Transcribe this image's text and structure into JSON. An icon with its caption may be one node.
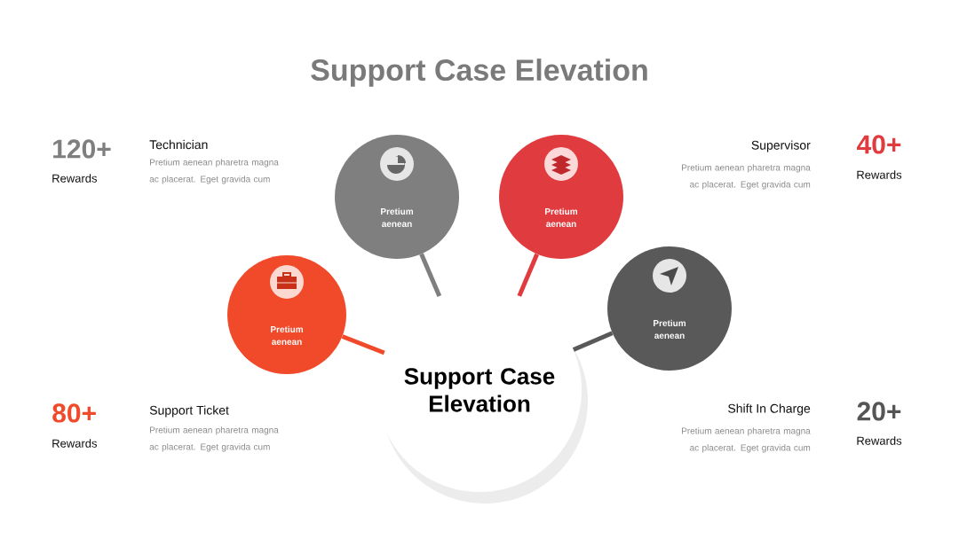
{
  "diagram": {
    "title": "Support Case Elevation",
    "nodes": [
      {
        "text": [
          "Support Case Elevation"
        ]
      },
      {
        "text": [
          "Pretium aenean"
        ]
      },
      {
        "text": [
          "Pretium aenean"
        ]
      },
      {
        "text": [
          "Pretium aenean"
        ]
      },
      {
        "text": [
          "Pretium aenean"
        ]
      }
    ],
    "edges": [
      {
        "from": 1,
        "to": 0,
        "arrow": "none",
        "color": "#f04a2a"
      },
      {
        "from": 2,
        "to": 0,
        "arrow": "none",
        "color": "#7f7f7f"
      },
      {
        "from": 3,
        "to": 0,
        "arrow": "none",
        "color": "#e03c3f"
      },
      {
        "from": 4,
        "to": 0,
        "arrow": "none",
        "color": "#595959"
      }
    ],
    "labels": [
      "120+",
      "Rewards",
      "Technician",
      "Pretium aenean pharetra magna ac placerat. Eget gravida cum",
      "Supervisor",
      "Pretium aenean pharetra magna ac placerat. Eget gravida cum",
      "40+",
      "Rewards",
      "80+",
      "Rewards",
      "Support Ticket",
      "Pretium aenean pharetra magna ac placerat. Eget gravida cum",
      "Shift In Charge",
      "Pretium aenean pharetra magna ac placerat. Eget gravida cum",
      "20+",
      "Rewards"
    ]
  }
}
